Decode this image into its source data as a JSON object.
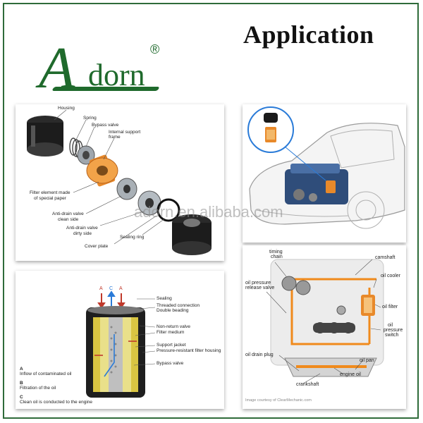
{
  "header": {
    "title": "Application"
  },
  "logo": {
    "letter": "A",
    "word": "dorn",
    "reg": "®"
  },
  "watermark": "adorn.en.alibaba.com",
  "exploded_view": {
    "labels": {
      "housing": "Housing",
      "spring": "Spring",
      "bypass_valve": "Bypass valve",
      "internal_support_frame_1": "Internal support",
      "internal_support_frame_2": "frame",
      "filter_element_1": "Filter element made",
      "filter_element_2": "of special paper",
      "anti_drain_clean_1": "Anti-drain valve",
      "anti_drain_clean_2": "clean side",
      "anti_drain_dirty_1": "Anti-drain valve",
      "anti_drain_dirty_2": "dirty side",
      "sealing_ring": "Sealing ring",
      "cover_plate": "Cover plate"
    }
  },
  "cutaway": {
    "labels": {
      "sealing": "Sealing",
      "threaded_1": "Threaded connection",
      "threaded_2": "Double beading",
      "non_return": "Non-return valve",
      "filter_medium": "Filter medium",
      "support_jacket": "Support jacket",
      "pressure_housing": "Pressure-resistant filter housing",
      "bypass": "Bypass valve",
      "arrow_a": "A",
      "arrow_b": "C",
      "arrow_c": "A"
    },
    "legend": [
      {
        "key": "A",
        "text": "Inflow of contaminated oil"
      },
      {
        "key": "B",
        "text": "Filtration of the oil"
      },
      {
        "key": "C",
        "text": "Clean oil is conducted to the engine"
      }
    ]
  },
  "engine_diagram": {
    "labels": {
      "timing_chain_1": "timing",
      "timing_chain_2": "chain",
      "camshaft": "camshaft",
      "oil_cooler": "oil cooler",
      "oil_pressure_relief_1": "oil pressure",
      "oil_pressure_relief_2": "release valve",
      "oil_filter": "oil filter",
      "oil_pressure_switch_1": "oil",
      "oil_pressure_switch_2": "pressure",
      "oil_pressure_switch_3": "switch",
      "oil_drain_plug": "oil drain plug",
      "oil_pan": "oil pan",
      "engine_oil": "engine oil",
      "crankshaft": "crankshaft",
      "credit": "Image courtesy of ClearMechanic.com"
    }
  },
  "colors": {
    "brand_green": "#1f6a2c",
    "filter_orange": "#e8892a",
    "oil_orange": "#f08a1c"
  }
}
